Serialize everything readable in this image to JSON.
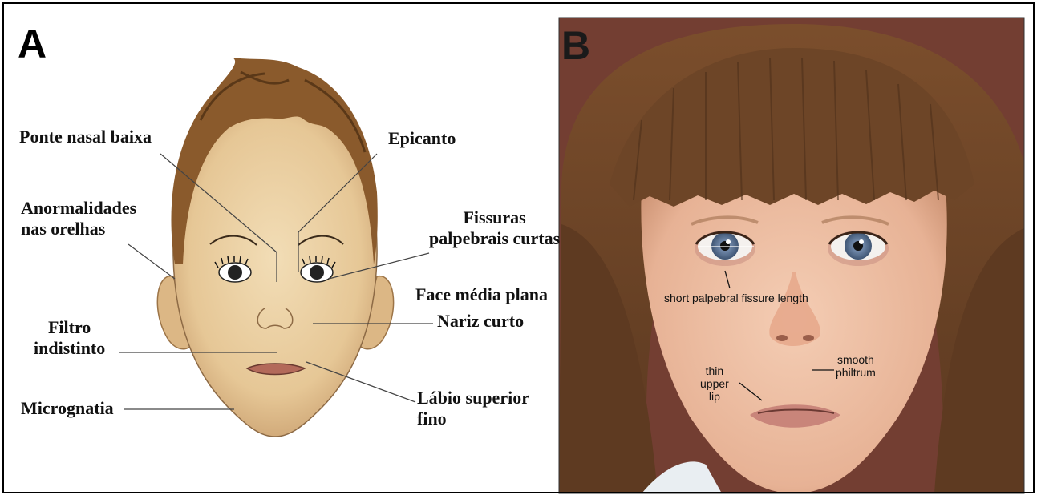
{
  "panel_a": {
    "letter": "A",
    "labels": {
      "ponte_nasal": "Ponte nasal baixa",
      "epicanto": "Epicanto",
      "anormalidades": "Anormalidades\nnas orelhas",
      "fissuras": "Fissuras\npalpebrais curtas",
      "face_media": "Face média plana",
      "nariz": "Nariz curto",
      "filtro": "Filtro\nindistinto",
      "labio": "Lábio superior\nfino",
      "micrognatia": "Micrognatia"
    }
  },
  "panel_b": {
    "letter": "B",
    "labels": {
      "palpebral": "short palpebral fissure length",
      "philtrum": "smooth\nphiltrum",
      "lip": "thin\nupper\nlip"
    }
  },
  "colors": {
    "skin_a": "#e9cda0",
    "hair_a": "#8a5a2c",
    "photo_bg": "#6e3b30",
    "hair_b": "#6a4326",
    "skin_b": "#eec1a6"
  }
}
